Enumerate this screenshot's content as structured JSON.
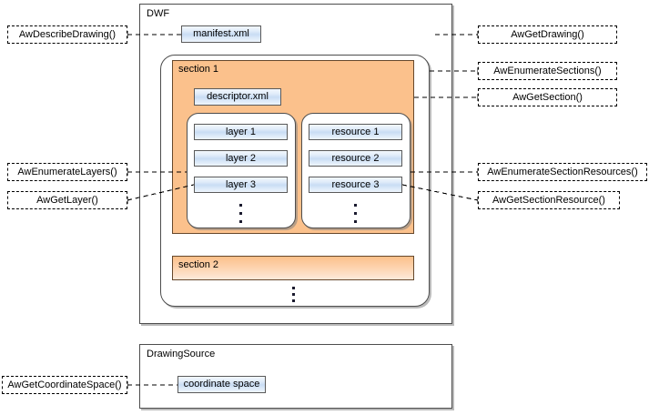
{
  "diagram": {
    "title_dwf": "DWF",
    "title_drawingsource": "DrawingSource"
  },
  "dwf": {
    "label": "DWF",
    "manifest": "manifest.xml",
    "sections": [
      {
        "label": "section 1",
        "descriptor": "descriptor.xml",
        "layers": [
          "layer 1",
          "layer 2",
          "layer 3"
        ],
        "resources": [
          "resource 1",
          "resource 2",
          "resource 3"
        ],
        "layers_more": "⋮",
        "resources_more": "⋮"
      },
      {
        "label": "section 2"
      }
    ],
    "sections_more": "⋮"
  },
  "drawing_source": {
    "label": "DrawingSource",
    "coordinate_space": "coordinate space"
  },
  "callouts": {
    "describe_drawing": "AwDescribeDrawing()",
    "enumerate_layers": "AwEnumerateLayers()",
    "get_layer": "AwGetLayer()",
    "get_coordinate_space": "AwGetCoordinateSpace()",
    "get_drawing": "AwGetDrawing()",
    "enumerate_sections": "AwEnumerateSections()",
    "get_section": "AwGetSection()",
    "enumerate_section_resources": "AwEnumerateSectionResources()",
    "get_section_resource": "AwGetSectionResource()"
  },
  "colors": {
    "section_fill": "#fbc18c",
    "section_border": "#66482c",
    "blue_fill": "#c9ddf4",
    "box_border": "#4d4d4d",
    "background": "#ffffff",
    "text": "#000000"
  }
}
